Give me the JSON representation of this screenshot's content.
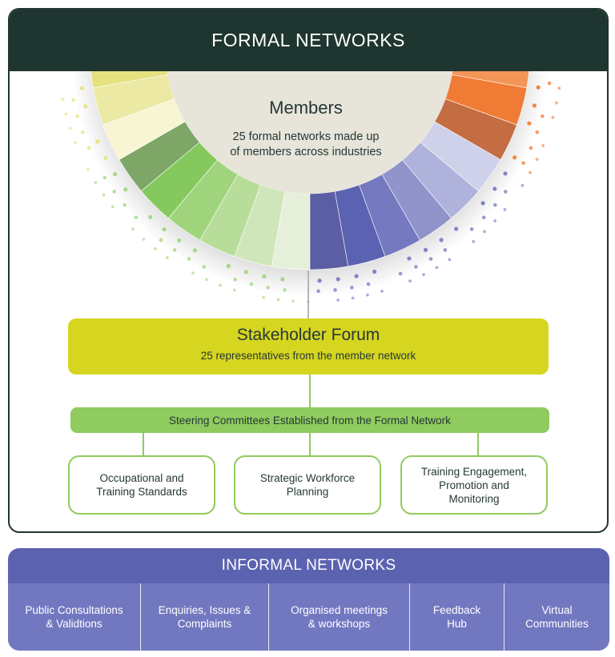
{
  "formal": {
    "title": "FORMAL NETWORKS",
    "members_title": "Members",
    "members_description": "25 formal networks made up\nof members across industries",
    "wheel_colors": {
      "yellow": [
        "#f7f5d2",
        "#ece9a5",
        "#e5e17f",
        "#dedc56",
        "#d8d51f",
        "#b8b448"
      ],
      "green": [
        "#e6efd9",
        "#cfe6bb",
        "#b8dd9a",
        "#a0d47c",
        "#85c95e",
        "#7da667"
      ],
      "blue": [
        "#5c5ea3",
        "#5b62b2",
        "#7479c0",
        "#9094cb",
        "#afb3dc",
        "#cfd1ea"
      ],
      "orange": [
        "#c46d42",
        "#f07b35",
        "#f39557",
        "#f5ab7b",
        "#f8c5a1",
        "#fbdcc8"
      ],
      "center": "#e7e4da",
      "connector": "#b5b5b5"
    },
    "stakeholder_forum": {
      "title": "Stakeholder Forum",
      "description": "25 representatives from the member network"
    },
    "steering": {
      "label": "Steering Committees Established from the Formal Network"
    },
    "committees": [
      {
        "label": "Occupational and\nTraining Standards"
      },
      {
        "label": "Strategic Workforce\nPlanning"
      },
      {
        "label": "Training Engagement,\nPromotion and\nMonitoring"
      }
    ]
  },
  "informal": {
    "title": "INFORMAL NETWORKS",
    "items": [
      {
        "label": "Public Consultations\n& Validtions"
      },
      {
        "label": "Enquiries, Issues &\nComplaints"
      },
      {
        "label": "Organised meetings\n& workshops"
      },
      {
        "label": "Feedback\nHub"
      },
      {
        "label": "Virtual\nCommunities"
      }
    ]
  }
}
